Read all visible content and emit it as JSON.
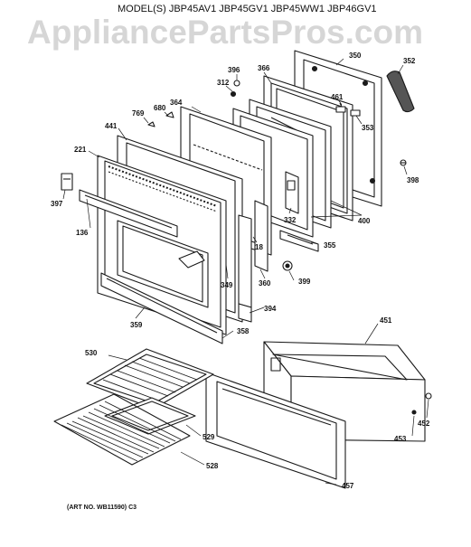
{
  "header": {
    "model_line": "MODEL(S) JBP45AV1   JBP45GV1   JBP45WW1   JBP46GV1",
    "watermark": "AppliancePartsPros.com"
  },
  "footer": {
    "art_no": "(ART NO. WB11590) C3"
  },
  "parts": [
    {
      "id": "p350",
      "label": "350"
    },
    {
      "id": "p352",
      "label": "352"
    },
    {
      "id": "p366",
      "label": "366"
    },
    {
      "id": "p396",
      "label": "396"
    },
    {
      "id": "p312",
      "label": "312"
    },
    {
      "id": "p364",
      "label": "364"
    },
    {
      "id": "p680",
      "label": "680"
    },
    {
      "id": "p769",
      "label": "769"
    },
    {
      "id": "p461",
      "label": "461"
    },
    {
      "id": "p353",
      "label": "353"
    },
    {
      "id": "p441",
      "label": "441"
    },
    {
      "id": "p221",
      "label": "221"
    },
    {
      "id": "p398",
      "label": "398"
    },
    {
      "id": "p397",
      "label": "397"
    },
    {
      "id": "p332",
      "label": "332"
    },
    {
      "id": "p400",
      "label": "400"
    },
    {
      "id": "p136",
      "label": "136"
    },
    {
      "id": "p18",
      "label": "18"
    },
    {
      "id": "p355",
      "label": "355"
    },
    {
      "id": "p349",
      "label": "349"
    },
    {
      "id": "p360",
      "label": "360"
    },
    {
      "id": "p399",
      "label": "399"
    },
    {
      "id": "p394",
      "label": "394"
    },
    {
      "id": "p359",
      "label": "359"
    },
    {
      "id": "p358",
      "label": "358"
    },
    {
      "id": "p451",
      "label": "451"
    },
    {
      "id": "p530",
      "label": "530"
    },
    {
      "id": "p452",
      "label": "452"
    },
    {
      "id": "p453",
      "label": "453"
    },
    {
      "id": "p529",
      "label": "529"
    },
    {
      "id": "p528",
      "label": "528"
    },
    {
      "id": "p457",
      "label": "457"
    }
  ]
}
